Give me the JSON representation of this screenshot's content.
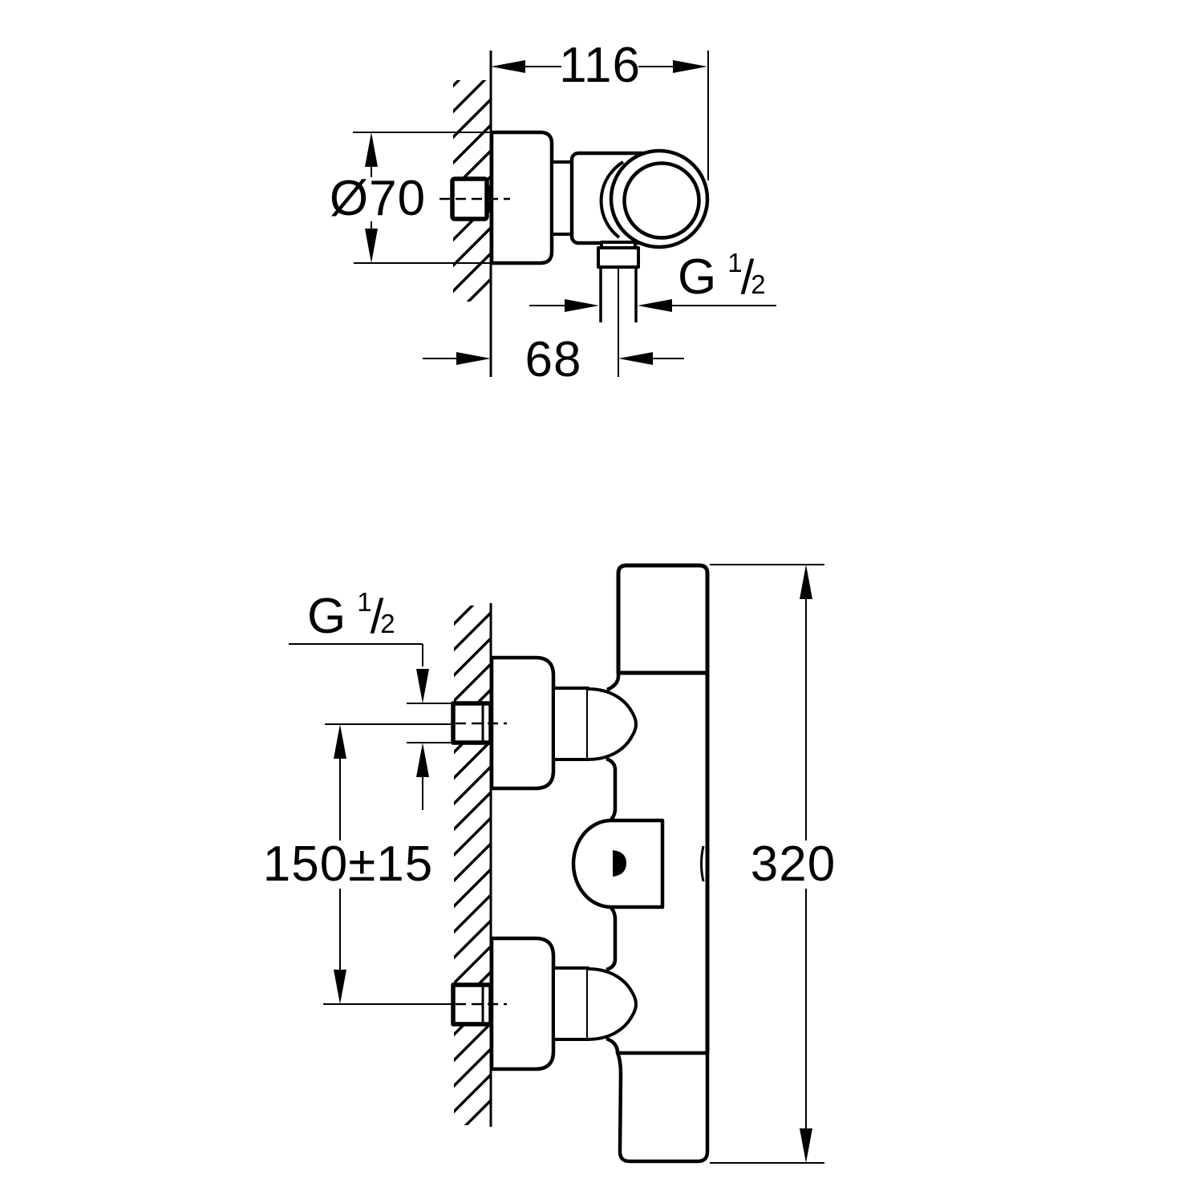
{
  "labels": {
    "top_width": "116",
    "top_diameter": "Ø70",
    "top_offset": "68",
    "front_spacing": "150±15",
    "front_height": "320"
  },
  "thread_label": {
    "g": "G",
    "numerator": "1",
    "slash": "/",
    "denominator": "2"
  },
  "colors": {
    "ink": "#000000",
    "paper": "#ffffff"
  }
}
